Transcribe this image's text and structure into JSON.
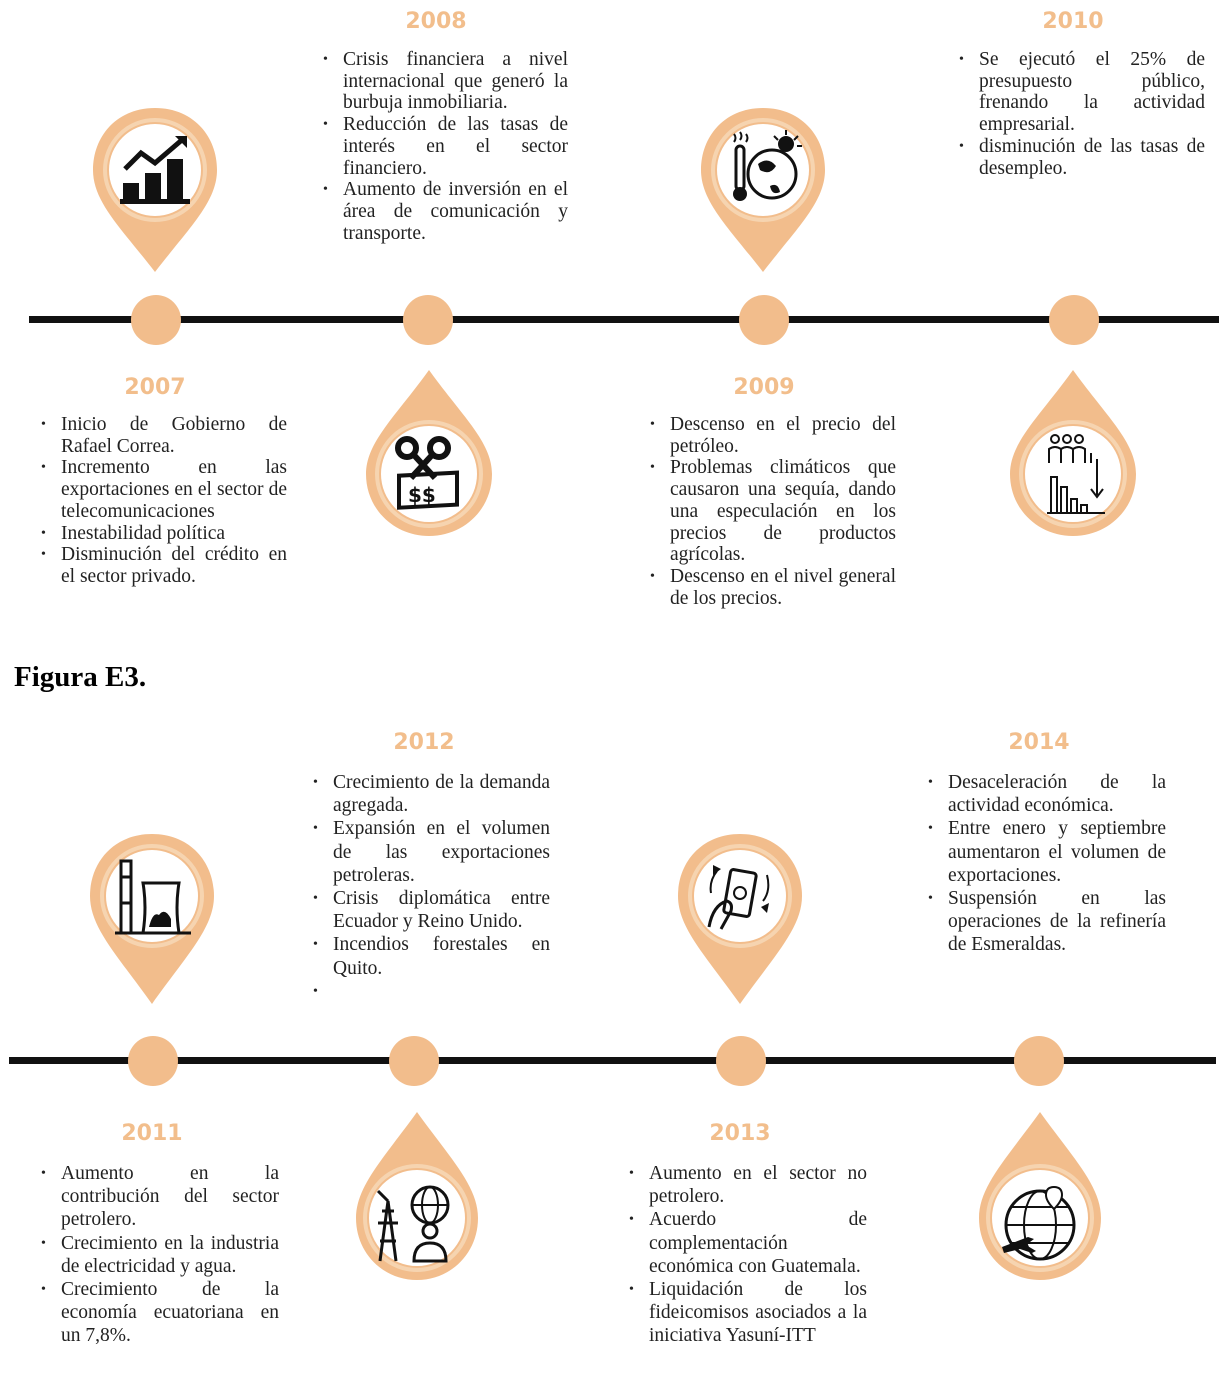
{
  "caption": "Figura E3.",
  "colors": {
    "accent": "#f2bd8c",
    "accent_light": "#f6d4b0",
    "line": "#111111",
    "icon_stroke": "#1a1a1a"
  },
  "timeline_1": {
    "events": [
      {
        "year": "2007",
        "icon": "growth-chart-icon",
        "items": [
          "Inicio de Gobierno de Rafael Correa.",
          "Incremento en las exportaciones en el sector de telecomunicaciones",
          "Inestabilidad política",
          "Disminución del crédito en el sector privado."
        ]
      },
      {
        "year": "2008",
        "icon": "cut-costs-icon",
        "items": [
          "Crisis financiera a nivel internacional que generó la burbuja inmobiliaria.",
          "Reducción de las tasas de interés en el sector financiero.",
          "Aumento de inversión en el área de comunicación y transporte."
        ]
      },
      {
        "year": "2009",
        "icon": "climate-icon",
        "items": [
          "Descenso en el precio del petróleo.",
          "Problemas climáticos que causaron una sequía, dando una especulación en los precios de productos agrícolas.",
          "Descenso en el nivel general de los precios."
        ]
      },
      {
        "year": "2010",
        "icon": "unemployment-decline-icon",
        "items": [
          "Se ejecutó el 25% de presupuesto público, frenando la actividad empresarial.",
          "disminución de las tasas de desempleo."
        ]
      }
    ]
  },
  "timeline_2": {
    "events": [
      {
        "year": "2011",
        "icon": "power-plant-icon",
        "items": [
          "Aumento en la contribución del sector petrolero.",
          "Crecimiento en la industria de electricidad y agua.",
          "Crecimiento de la economía ecuatoriana en un 7,8%."
        ]
      },
      {
        "year": "2012",
        "icon": "oil-diplomacy-icon",
        "items": [
          "Crecimiento de la demanda agregada.",
          "Expansión en el volumen de las exportaciones petroleras.",
          "Crisis diplomática entre Ecuador y Reino Unido.",
          "Incendios forestales en Quito.",
          ""
        ]
      },
      {
        "year": "2013",
        "icon": "money-exchange-icon",
        "items": [
          "Aumento en el sector no petrolero.",
          "Acuerdo de complementación económica con Guatemala.",
          "Liquidación de los fideicomisos asociados a la iniciativa Yasuní-ITT"
        ]
      },
      {
        "year": "2014",
        "icon": "global-trade-icon",
        "items": [
          "Desaceleración de la actividad económica.",
          "Entre enero y septiembre aumentaron el volumen de exportaciones.",
          "Suspensión en las operaciones de la refinería de Esmeraldas."
        ]
      }
    ]
  }
}
